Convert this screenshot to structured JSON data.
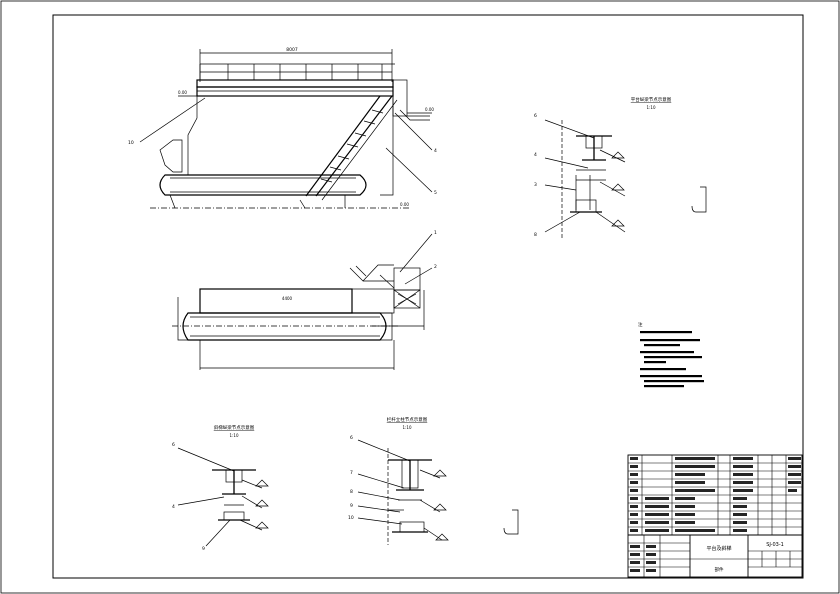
{
  "drawing": {
    "callouts": {
      "top_dim": "8007",
      "left_level": "0.00",
      "right_level": "0.00",
      "ground_level": "0.00",
      "pt_10": "10",
      "pt_4": "4",
      "pt_5": "5",
      "pt_1": "1",
      "pt_2": "2",
      "plan_dim": "4400",
      "sec1_6": "6",
      "sec1_4": "4",
      "sec1_3": "3",
      "sec1_8": "8",
      "sec2_6": "6",
      "sec2_4": "4",
      "sec2_9": "9",
      "sec3_6": "6",
      "sec3_7": "7",
      "sec3_8": "8",
      "sec3_9": "9",
      "sec3_10": "10"
    },
    "section_titles": {
      "top_right": "平台纵梁节点示意图",
      "top_right_scale": "1:10",
      "bottom_left": "斜梯纵梁节点示意图",
      "bottom_left_scale": "1:10",
      "bottom_mid": "栏杆立柱节点示意图",
      "bottom_mid_scale": "1:10"
    },
    "notes_title": "注"
  },
  "title_block": {
    "drawing_no": "SJ-03-1",
    "title": "平台及斜梯",
    "subtitle": "部件"
  }
}
